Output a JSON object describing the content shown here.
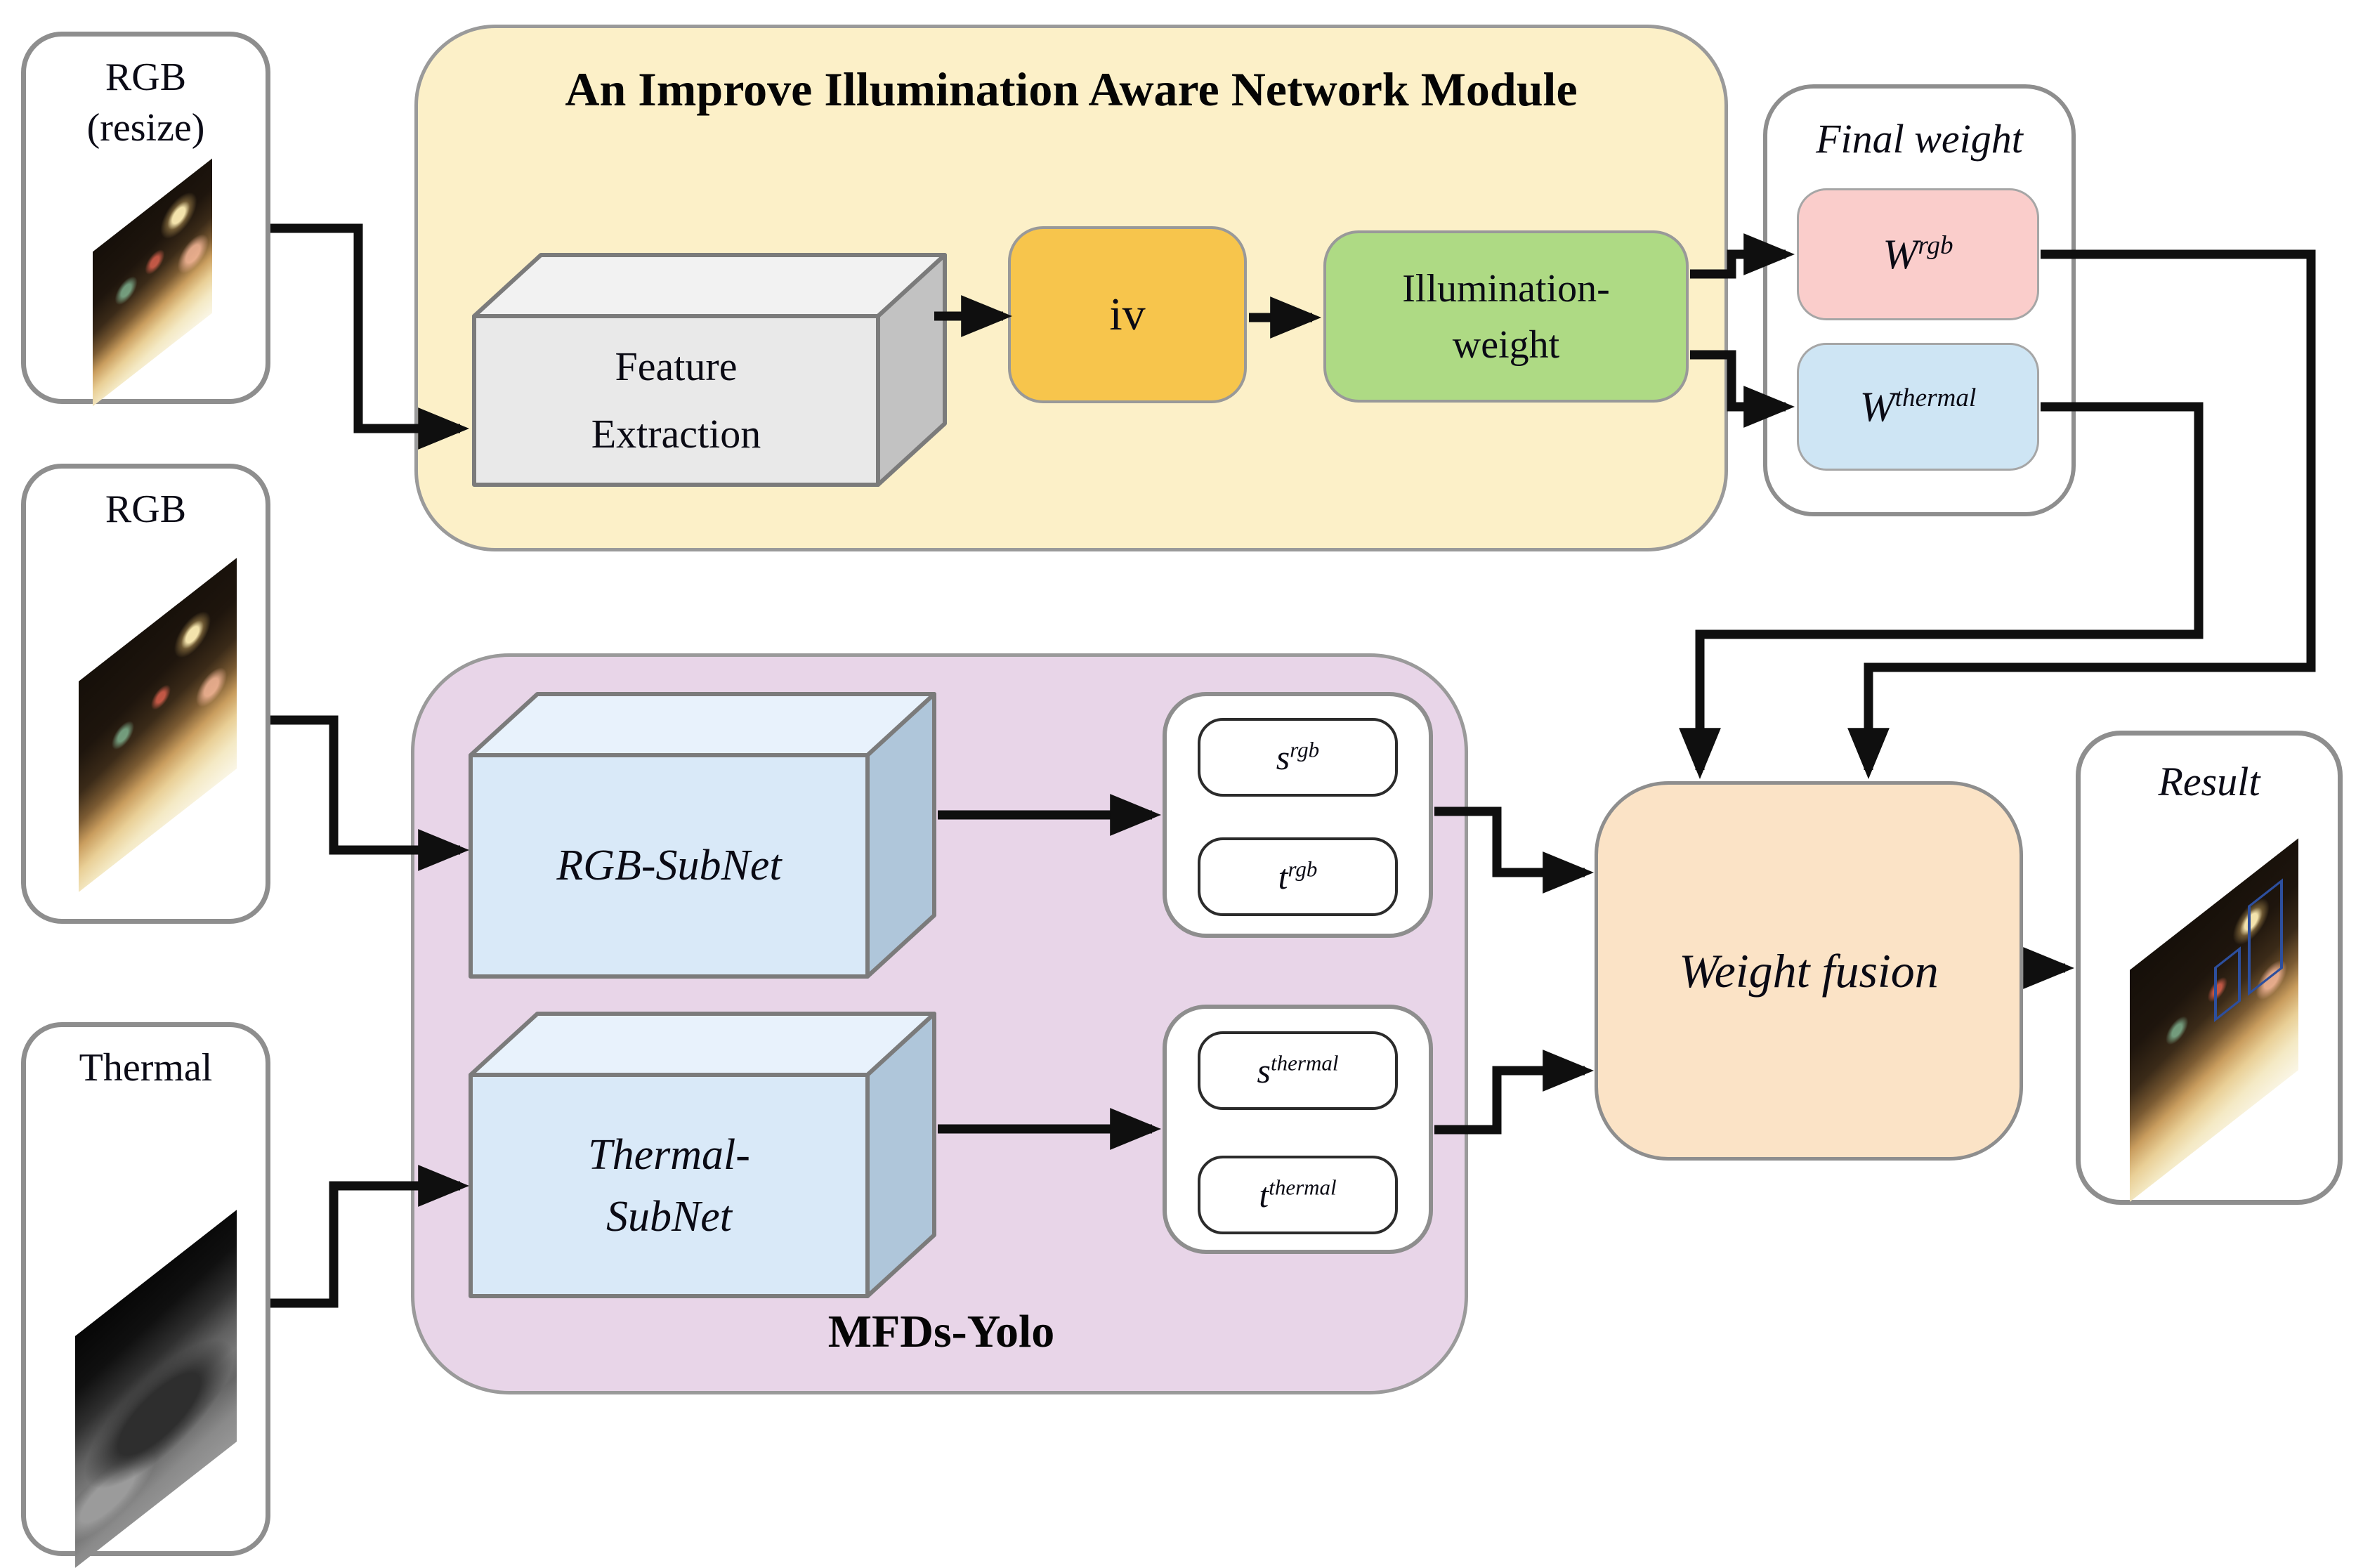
{
  "colors": {
    "module_bg": "#FCF0C8",
    "iv_bg": "#F7C54C",
    "illumination_bg": "#AEDA84",
    "wrgb_bg": "#FACDCB",
    "wthermal_bg": "#CEE5F4",
    "subnet_front": "#D9E9F8",
    "subnet_top": "#E8F2FC",
    "subnet_side": "#AFC6DA",
    "fe_front": "#E9E9E9",
    "fe_top": "#F2F2F2",
    "fe_side": "#C2C2C2",
    "mfds_bg": "#E8D5E8",
    "fusion_bg": "#FBE3C6",
    "arrow": "#0F0F0F"
  },
  "inputs": {
    "rgb_resize": {
      "label_line1": "RGB",
      "label_line2": "(resize)",
      "image": "night-street-rgb-photo"
    },
    "rgb": {
      "label": "RGB",
      "image": "night-street-rgb-photo"
    },
    "thermal": {
      "label": "Thermal",
      "image": "night-street-thermal-photo"
    }
  },
  "illumination_module": {
    "title": "An Improve Illumination Aware Network Module",
    "feature_extraction": {
      "label_line1": "Feature",
      "label_line2": "Extraction"
    },
    "iv": {
      "label": "iv"
    },
    "illumination_weight": {
      "label_line1": "Illumination-",
      "label_line2": "weight"
    }
  },
  "final_weight": {
    "title": "Final weight",
    "w_rgb": {
      "base": "W",
      "sup": "rgb"
    },
    "w_thermal": {
      "base": "W",
      "sup": "thermal"
    }
  },
  "mfds": {
    "label": "MFDs-Yolo",
    "rgb_subnet": {
      "label": "RGB-SubNet"
    },
    "thermal_subnet": {
      "label_line1": "Thermal-",
      "label_line2": "SubNet"
    },
    "s_rgb": {
      "base": "s",
      "sup": "rgb"
    },
    "t_rgb": {
      "base": "t",
      "sup": "rgb"
    },
    "s_thermal": {
      "base": "s",
      "sup": "thermal"
    },
    "t_thermal": {
      "base": "t",
      "sup": "thermal"
    }
  },
  "fusion": {
    "label": "Weight fusion"
  },
  "result": {
    "title": "Result",
    "image": "night-street-detection-photo"
  }
}
